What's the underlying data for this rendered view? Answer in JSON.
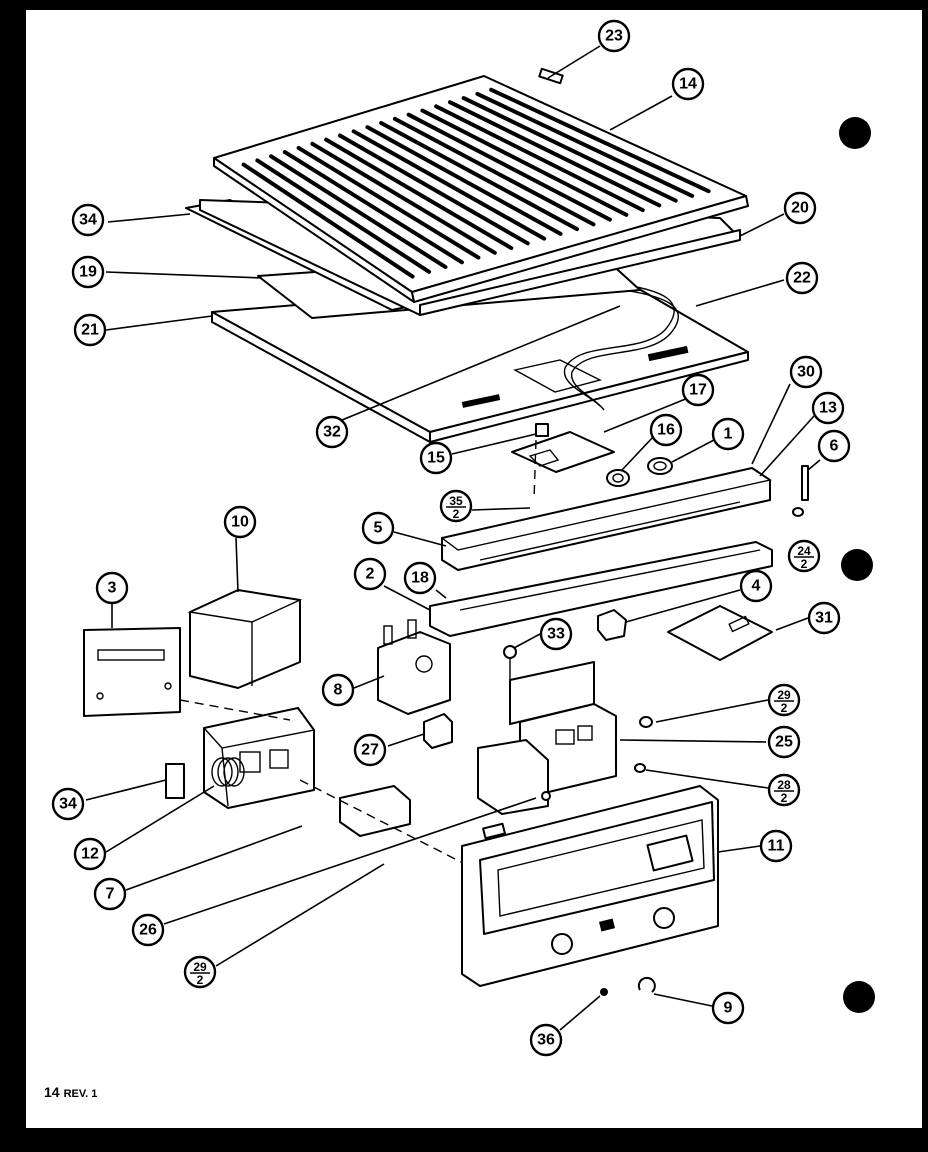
{
  "page": {
    "footer_number": "14",
    "footer_rev": "REV. 1"
  },
  "callouts": [
    {
      "id": "c23",
      "label": "23"
    },
    {
      "id": "c14",
      "label": "14"
    },
    {
      "id": "c34a",
      "label": "34"
    },
    {
      "id": "c20",
      "label": "20"
    },
    {
      "id": "c19",
      "label": "19"
    },
    {
      "id": "c22",
      "label": "22"
    },
    {
      "id": "c21",
      "label": "21"
    },
    {
      "id": "c30",
      "label": "30"
    },
    {
      "id": "c17",
      "label": "17"
    },
    {
      "id": "c13",
      "label": "13"
    },
    {
      "id": "c32",
      "label": "32"
    },
    {
      "id": "c16",
      "label": "16"
    },
    {
      "id": "c1",
      "label": "1"
    },
    {
      "id": "c6",
      "label": "6"
    },
    {
      "id": "c15",
      "label": "15"
    },
    {
      "id": "c35",
      "label": "35",
      "sub": "2"
    },
    {
      "id": "c10",
      "label": "10"
    },
    {
      "id": "c5",
      "label": "5"
    },
    {
      "id": "c24",
      "label": "24",
      "sub": "2"
    },
    {
      "id": "c2",
      "label": "2"
    },
    {
      "id": "c18",
      "label": "18"
    },
    {
      "id": "c3",
      "label": "3"
    },
    {
      "id": "c4",
      "label": "4"
    },
    {
      "id": "c31",
      "label": "31"
    },
    {
      "id": "c33",
      "label": "33"
    },
    {
      "id": "c8",
      "label": "8"
    },
    {
      "id": "c29a",
      "label": "29",
      "sub": "2"
    },
    {
      "id": "c27",
      "label": "27"
    },
    {
      "id": "c25",
      "label": "25"
    },
    {
      "id": "c28",
      "label": "28",
      "sub": "2"
    },
    {
      "id": "c34b",
      "label": "34"
    },
    {
      "id": "c11",
      "label": "11"
    },
    {
      "id": "c12",
      "label": "12"
    },
    {
      "id": "c7",
      "label": "7"
    },
    {
      "id": "c26",
      "label": "26"
    },
    {
      "id": "c29b",
      "label": "29",
      "sub": "2"
    },
    {
      "id": "c9",
      "label": "9"
    },
    {
      "id": "c36",
      "label": "36"
    }
  ],
  "colors": {
    "ink": "#000000",
    "paper": "#ffffff",
    "background": "#000000"
  }
}
